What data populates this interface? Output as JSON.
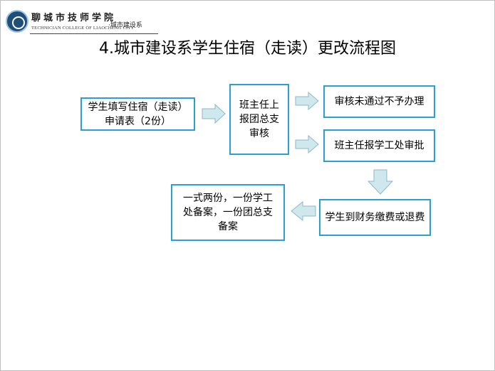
{
  "header": {
    "school_name": "聊城市技师学院",
    "school_name_en": "TECHNICIAN COLLEGE OF LIAOCHENG CITY",
    "department": "·城市建设系"
  },
  "title": "4.城市建设系学生住宿（走读）更改流程图",
  "nodes": {
    "apply": "学生填写住宿（走读）申请表（2份）",
    "teacher_report": "班主任上报团总支审核",
    "reject": "审核未通过不予办理",
    "approve": "班主任报学工处审批",
    "payment": "学生到财务缴费或退费",
    "filing": "一式两份，一份学工处备案，一份团总支备案"
  },
  "colors": {
    "box_border": "#2a9fd6",
    "arrow_fill": "#cfe8ee",
    "arrow_stroke": "#8fb8c4"
  }
}
